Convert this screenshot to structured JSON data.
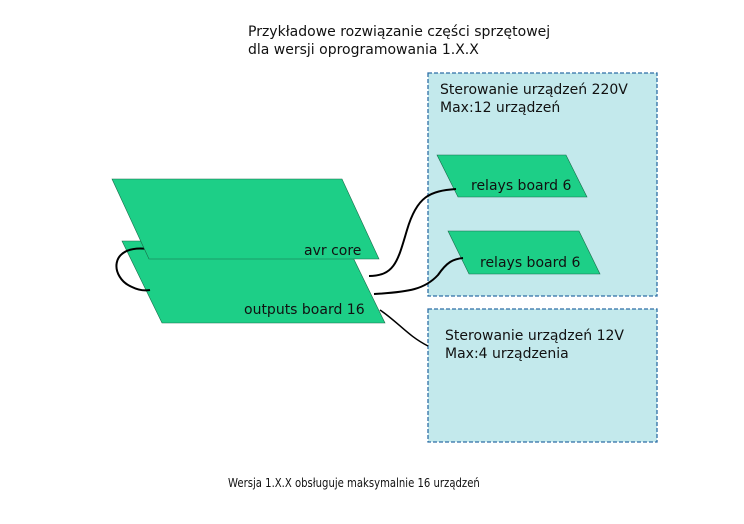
{
  "title": {
    "line1": "Przykładowe rozwiązanie części sprzętowej",
    "line2": "dla wersji oprogramowania 1.X.X"
  },
  "zones": [
    {
      "line1": "Sterowanie urządzeń 220V",
      "line2": "Max:12 urządzeń"
    },
    {
      "line1": "Sterowanie urządzeń 12V",
      "line2": "Max:4 urządzenia"
    }
  ],
  "boards": {
    "avr_core": "avr core",
    "outputs": "outputs board 16",
    "relays_1": "relays board 6",
    "relays_2": "relays board 6"
  },
  "footer": "Wersja 1.X.X obsługuje maksymalnie 16 urządzeń",
  "colors": {
    "board_fill": "#1dcf87",
    "zone_fill": "#c3e9ec",
    "zone_border": "#2e6fa6"
  }
}
